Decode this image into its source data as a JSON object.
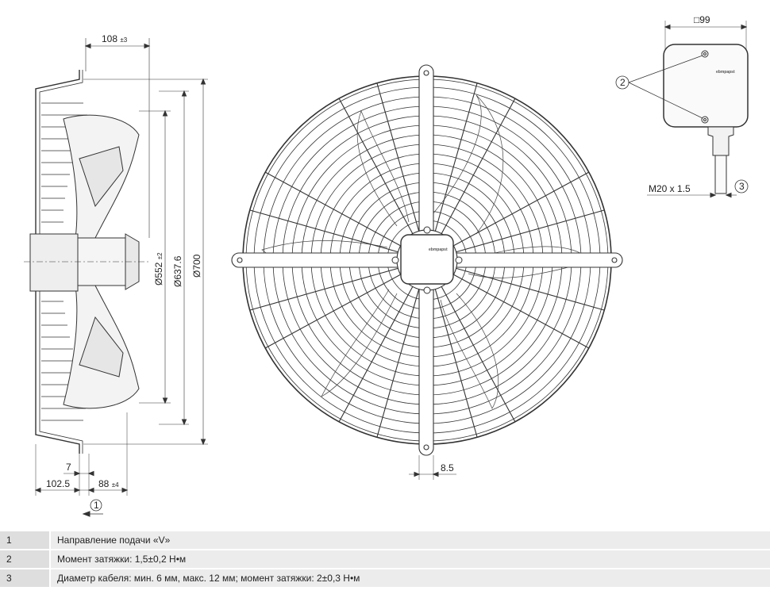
{
  "dimensions": {
    "top_width": "108",
    "top_width_tol": "±3",
    "d552": "Ø552",
    "d552_tol": "±2",
    "d637": "Ø637.6",
    "d700": "Ø700",
    "w7": "7",
    "w102": "102.5",
    "w88": "88",
    "w88_tol": "±4",
    "grille_offset": "8.5",
    "box_size": "□99",
    "thread": "M20 x 1.5"
  },
  "callouts": {
    "c1": "1",
    "c2": "2",
    "c3": "3"
  },
  "logo_text": "ebmpapst",
  "legend": [
    {
      "num": "1",
      "text": "Направление подачи «V»"
    },
    {
      "num": "2",
      "text": "Момент затяжки: 1,5±0,2 Н•м"
    },
    {
      "num": "3",
      "text": "Диаметр кабеля: мин. 6 мм, макс. 12 мм; момент затяжки: 2±0,3 Н•м"
    }
  ]
}
